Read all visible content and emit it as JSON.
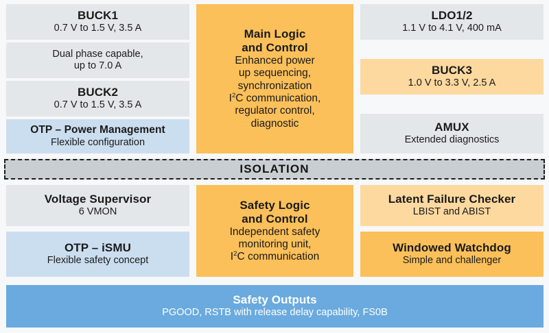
{
  "diagram": {
    "title_text": "",
    "colors": {
      "gray_block": "#e4e7ea",
      "blue_block": "#cbdeef",
      "orange_block": "#fbc05a",
      "orange_light_block": "#fdd9a0",
      "footer_blue": "#6aaade",
      "isolation_gray": "#c9ced3",
      "background": "#f7f8fa",
      "text_dark": "#1a1a1a",
      "text_light": "#ffffff"
    }
  },
  "power_section": {
    "left_column": [
      {
        "title": "BUCK1",
        "sub": "0.7 V to 1.5 V, 3.5 A"
      },
      {
        "title": "",
        "sub_line1": "Dual phase capable,",
        "sub_line2": "up to 7.0 A"
      },
      {
        "title": "BUCK2",
        "sub": "0.7 V to 1.5 V, 3.5 A"
      },
      {
        "title": "OTP – Power Management",
        "sub": "Flexible configuration"
      }
    ],
    "middle_column": {
      "title_line1": "Main Logic",
      "title_line2": "and Control",
      "sub_line1": "Enhanced power",
      "sub_line2": "up sequencing,",
      "sub_line3": "synchronization",
      "sub_line4_pre": "I",
      "sub_line4_sup": "2",
      "sub_line4_post": "C communication,",
      "sub_line5": "regulator control,",
      "sub_line6": "diagnostic"
    },
    "right_column": [
      {
        "title": "LDO1/2",
        "sub": "1.1 V to 4.1 V, 400 mA"
      },
      {
        "title": "BUCK3",
        "sub": "1.0 V to 3.3 V, 2.5 A"
      },
      {
        "title": "AMUX",
        "sub": "Extended diagnostics"
      }
    ]
  },
  "isolation": {
    "label": "ISOLATION"
  },
  "safety_section": {
    "left_column": [
      {
        "title": "Voltage Supervisor",
        "sub": "6 VMON"
      },
      {
        "title": "OTP – iSMU",
        "sub": "Flexible safety concept"
      }
    ],
    "middle_column": {
      "title_line1": "Safety Logic",
      "title_line2": "and Control",
      "sub_line1": "Independent safety",
      "sub_line2": "monitoring unit,",
      "sub_line3_pre": "I",
      "sub_line3_sup": "2",
      "sub_line3_post": "C communication"
    },
    "right_column": [
      {
        "title": "Latent Failure Checker",
        "sub": "LBIST and ABIST"
      },
      {
        "title": "Windowed Watchdog",
        "sub": "Simple and challenger"
      }
    ]
  },
  "footer": {
    "title": "Safety Outputs",
    "sub": "PGOOD, RSTB with release delay capability, FS0B"
  }
}
